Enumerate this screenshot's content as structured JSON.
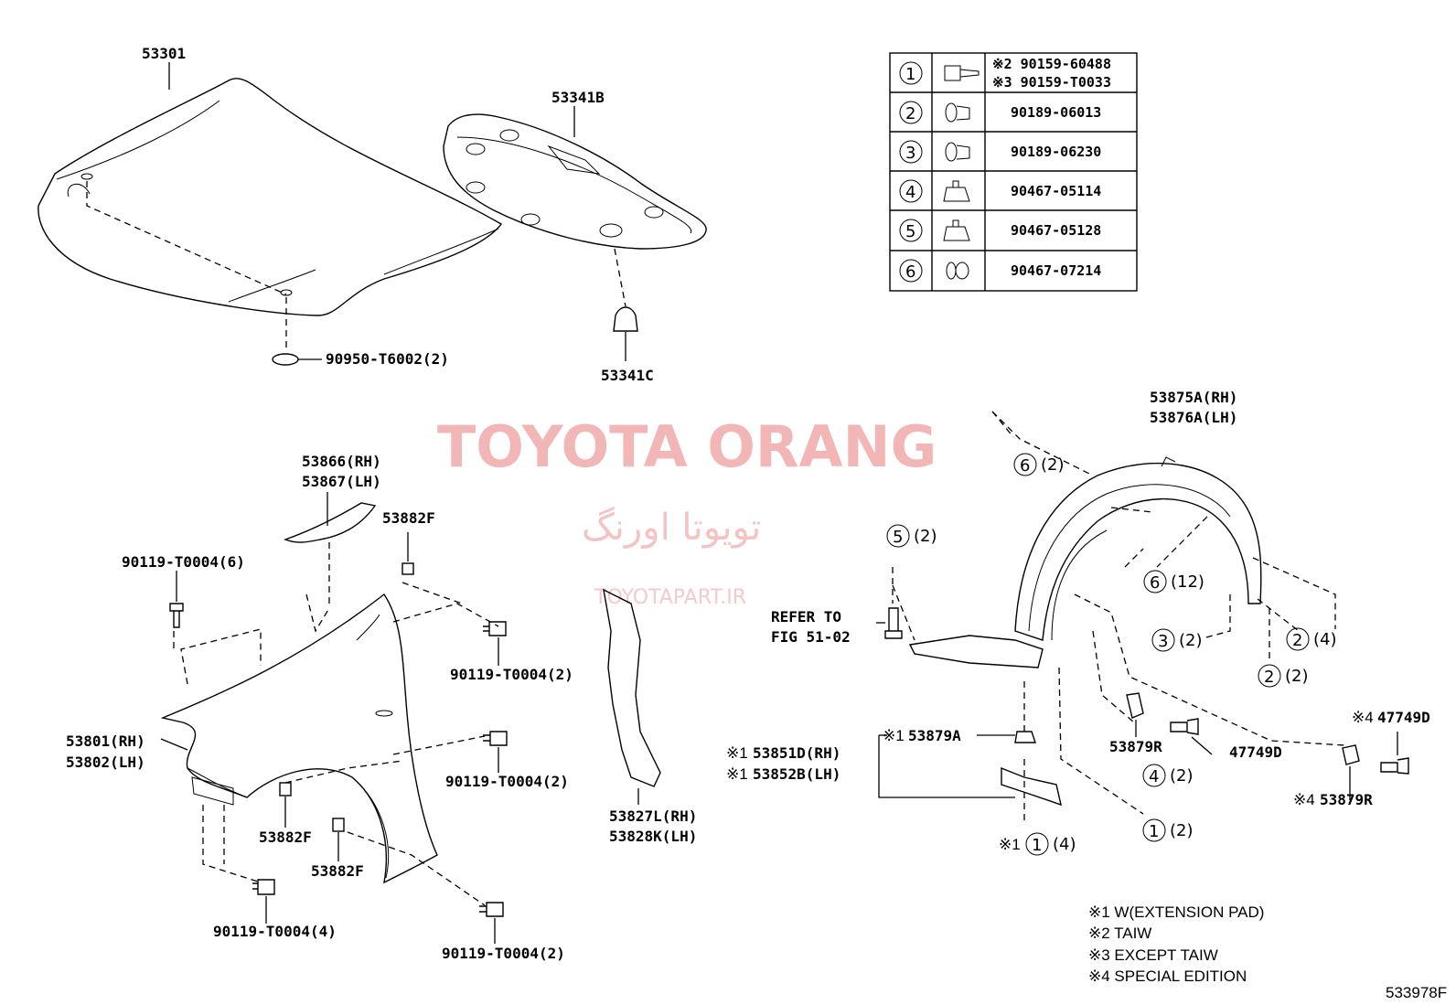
{
  "watermark": {
    "title": "TOYOTA ORANG",
    "persian": "تویوتا اورنگ",
    "url": "TOYOTAPART.IR"
  },
  "figure_code": "533978F",
  "fastener_table": [
    {
      "num": "1",
      "parts": [
        "※2 90159-60488",
        "※3 90159-T0033"
      ]
    },
    {
      "num": "2",
      "parts": [
        "90189-06013"
      ]
    },
    {
      "num": "3",
      "parts": [
        "90189-06230"
      ]
    },
    {
      "num": "4",
      "parts": [
        "90467-05114"
      ]
    },
    {
      "num": "5",
      "parts": [
        "90467-05128"
      ]
    },
    {
      "num": "6",
      "parts": [
        "90467-07214"
      ]
    }
  ],
  "labels": {
    "hood": "53301",
    "hood_insulator": "53341B",
    "insulator_clip": "53341C",
    "hood_cushion": "90950-T6002(2)",
    "seal_rh": "53866(RH)",
    "seal_lh": "53867(LH)",
    "nut_top": "53882F",
    "bolt_top_left": "90119-T0004(6)",
    "bolt_right_1": "90119-T0004(2)",
    "fender_rh": "53801(RH)",
    "fender_lh": "53802(LH)",
    "bolt_right_2": "90119-T0004(2)",
    "nut_mid": "53882F",
    "nut_low": "53882F",
    "bolt_bottom_left": "90119-T0004(4)",
    "bolt_bottom_right": "90119-T0004(2)",
    "fender_seal_rh": "53827L(RH)",
    "fender_seal_lh": "53828K(LH)",
    "liner_rh": "53875A(RH)",
    "liner_lh": "53876A(LH)",
    "refer_1": "REFER TO",
    "refer_2": "FIG 51-02",
    "clip_53879a": "53879A",
    "pad_rh": "53851D(RH)",
    "pad_lh": "53852B(LH)",
    "retainer_53879r": "53879R",
    "clip_47749d": "47749D",
    "retainer_53879r_se": "53879R",
    "clip_47749d_se": "47749D",
    "mark_1": "※1",
    "mark_4": "※4"
  },
  "callouts": [
    {
      "num": "6",
      "qty": "(2)"
    },
    {
      "num": "5",
      "qty": "(2)"
    },
    {
      "num": "6",
      "qty": "(12)"
    },
    {
      "num": "3",
      "qty": "(2)"
    },
    {
      "num": "2",
      "qty": "(4)"
    },
    {
      "num": "2",
      "qty": "(2)"
    },
    {
      "num": "4",
      "qty": "(2)"
    },
    {
      "num": "1",
      "qty": "(2)"
    },
    {
      "num": "1",
      "qty": "(4)"
    }
  ],
  "notes": [
    "※1 W(EXTENSION PAD)",
    "※2 TAIW",
    "※3 EXCEPT TAIW",
    "※4 SPECIAL EDITION"
  ]
}
